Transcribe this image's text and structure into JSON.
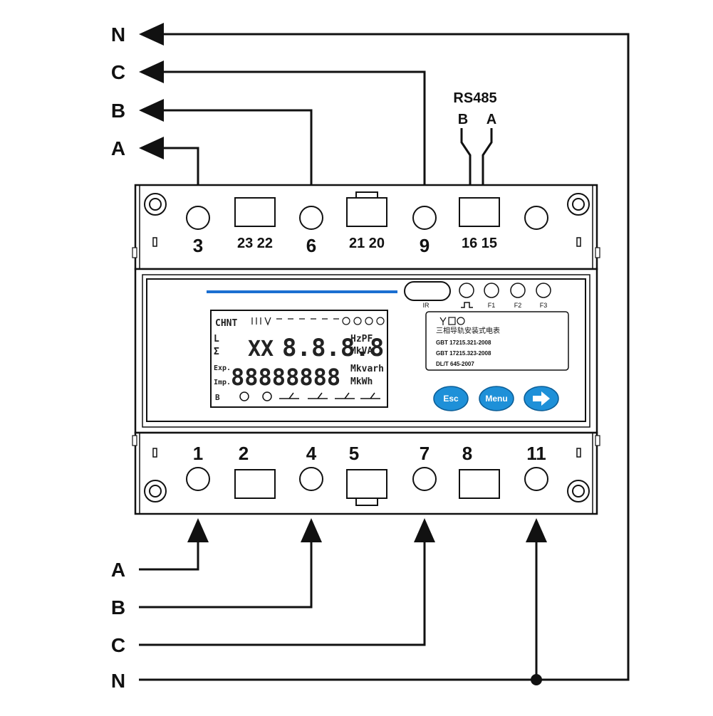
{
  "phases": {
    "top": [
      "N",
      "C",
      "B",
      "A"
    ],
    "bottom": [
      "A",
      "B",
      "C",
      "N"
    ]
  },
  "rs485": {
    "title": "RS485",
    "b": "B",
    "a": "A"
  },
  "terminals": {
    "top": [
      "3",
      "23 22",
      "6",
      "21 20",
      "9",
      "16 15"
    ],
    "bottom": [
      "1",
      "2",
      "4",
      "5",
      "7",
      "8",
      "11"
    ]
  },
  "indicators": [
    "IR",
    "F1",
    "F2",
    "F3"
  ],
  "buttons": {
    "esc": "Esc",
    "menu": "Menu"
  },
  "lcd": {
    "brand": "CHNT",
    "row1": "8.8.8.8",
    "row2": "88888888",
    "unit1": "HzPF",
    "unit2": "MkVA",
    "unit3": "Mkvarh",
    "unit4": "MkWh",
    "exp": "Exp.",
    "imp": "Imp."
  },
  "label_panel": {
    "line1": "三相导轨安装式电表",
    "line2": "GBT 17215.321-2008",
    "line3": "GBT 17215.323-2008",
    "line4": "DL/T 645-2007"
  },
  "colors": {
    "button": "#1e90d8",
    "accent": "#1b6fd1"
  }
}
